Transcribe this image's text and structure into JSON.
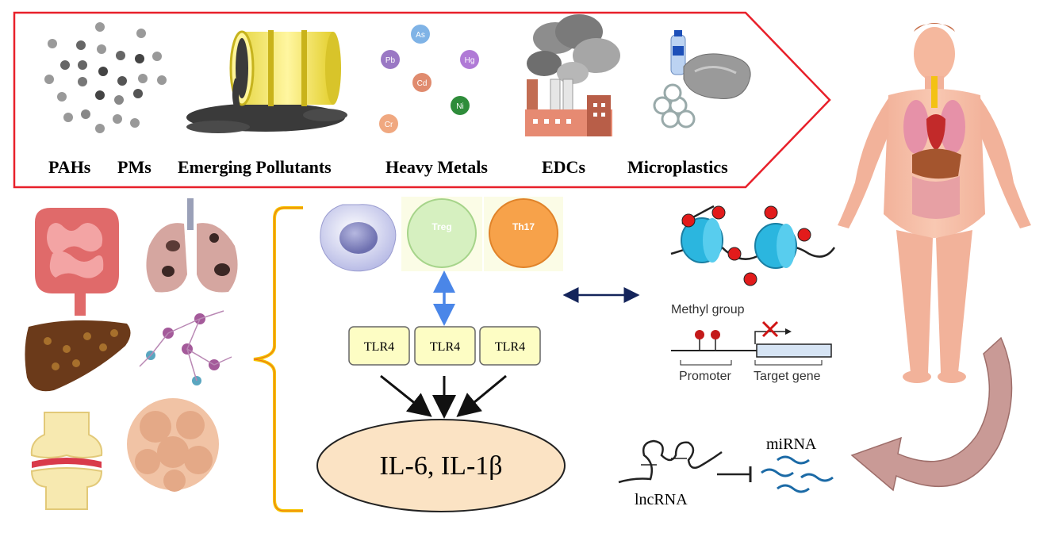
{
  "pollutants": [
    {
      "label": "PAHs"
    },
    {
      "label": "PMs"
    },
    {
      "label": "Emerging Pollutants"
    },
    {
      "label": "Heavy Metals"
    },
    {
      "label": "EDCs"
    },
    {
      "label": "Microplastics"
    }
  ],
  "metals": [
    "As",
    "Pb",
    "Hg",
    "Cd",
    "Ni",
    "Cr"
  ],
  "cells": {
    "treg": "Treg",
    "th17": "Th17"
  },
  "receptors": [
    "TLR4",
    "TLR4",
    "TLR4"
  ],
  "cytokines": "IL-6, IL-1β",
  "methylation": {
    "title": "Methyl group",
    "promoter": "Promoter",
    "target": "Target gene"
  },
  "rna": {
    "mirna": "miRNA",
    "lncrna": "lncRNA"
  },
  "colors": {
    "arrow_border": "#e8202a",
    "bracket": "#f5c400",
    "tlr_box": "#fdfdc4",
    "cytokine_fill": "#fbe3c4",
    "treg": "#d6f0c0",
    "th17": "#f7a24a",
    "curve_arrow": "#c99a96"
  }
}
